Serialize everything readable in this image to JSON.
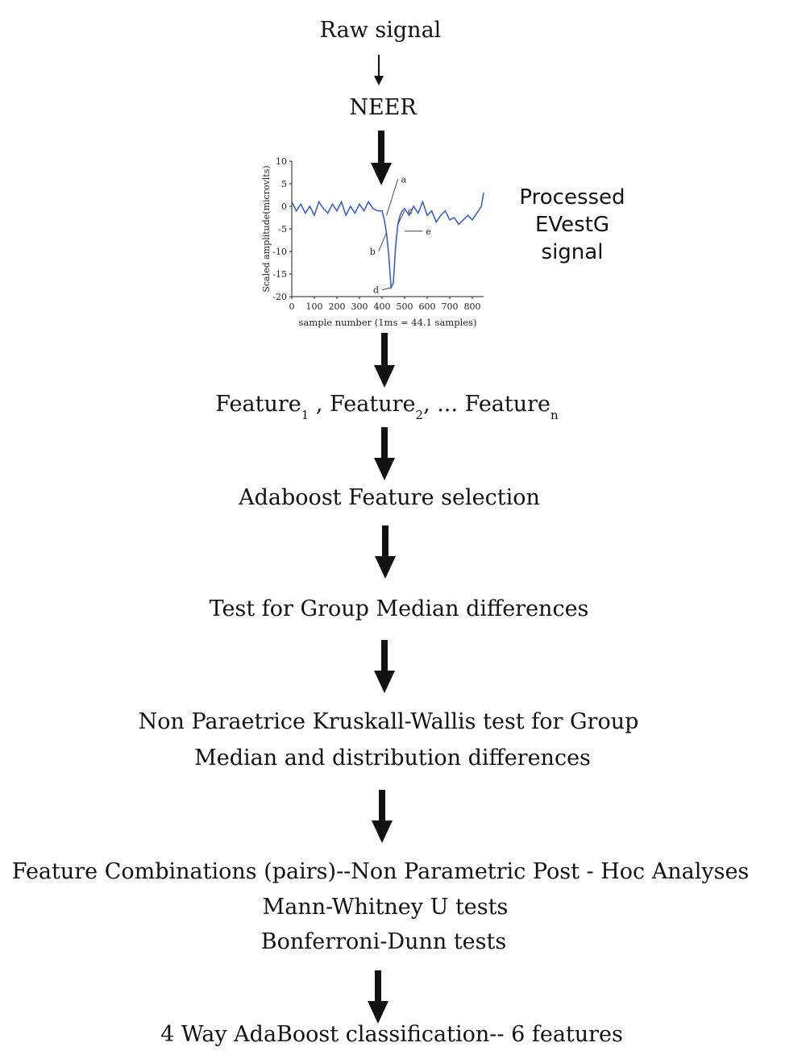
{
  "steps": {
    "raw_signal": "Raw signal",
    "neer": "NEER",
    "processed_label": [
      "Processed",
      "EVestG",
      "signal"
    ],
    "features": {
      "feature1": "Feature",
      "sub1": "1",
      "sep1": " , ",
      "feature2": "Feature",
      "sub2": "2",
      "sep2": ", ... ",
      "featuren": "Feature",
      "subn": "n"
    },
    "adaboost_selection": "Adaboost Feature selection",
    "median_test": "Test for Group Median differences",
    "kruskal_line1": "Non Paraetrice Kruskall-Wallis test for Group",
    "kruskal_line2": "Median and distribution differences",
    "combinations_line1": "Feature Combinations (pairs)--Non Parametric Post - Hoc Analyses",
    "combinations_line2": "Mann-Whitney U tests",
    "combinations_line3": "Bonferroni-Dunn tests",
    "classification": "4 Way AdaBoost classification-- 6 features"
  },
  "chart_data": {
    "type": "line",
    "title": "",
    "xlabel": "sample number (1ms = 44.1 samples)",
    "ylabel": "Scaled amplitude(microvlts)",
    "xlim": [
      0,
      850
    ],
    "ylim": [
      -20,
      10
    ],
    "xticks": [
      0,
      100,
      200,
      300,
      400,
      500,
      600,
      700,
      800
    ],
    "yticks": [
      10,
      5,
      0,
      -5,
      -10,
      -15,
      -20
    ],
    "grid": false,
    "line_color": "#3b5fc8",
    "x": [
      0,
      20,
      40,
      60,
      80,
      100,
      120,
      140,
      160,
      180,
      200,
      220,
      240,
      260,
      280,
      300,
      320,
      340,
      360,
      380,
      400,
      410,
      420,
      430,
      440,
      450,
      460,
      470,
      480,
      490,
      500,
      520,
      540,
      560,
      580,
      600,
      620,
      640,
      660,
      680,
      700,
      720,
      740,
      760,
      780,
      800,
      820,
      840,
      850
    ],
    "y": [
      1,
      -1,
      0.5,
      -1.5,
      0,
      -2,
      1,
      -0.5,
      -1.5,
      0.5,
      -1,
      1,
      -2,
      0,
      -1.5,
      0.5,
      -1,
      1,
      -0.5,
      -1,
      -1,
      -3,
      -6,
      -11,
      -18,
      -17,
      -9,
      -4,
      -2,
      -1,
      -0.5,
      -2,
      0,
      -1.5,
      1,
      -2,
      -1,
      -3.5,
      -2,
      -1,
      -3,
      -2.5,
      -4,
      -3,
      -2,
      -3,
      -1.5,
      0,
      3
    ],
    "annotations": [
      "a",
      "b",
      "c",
      "d",
      "e"
    ]
  }
}
